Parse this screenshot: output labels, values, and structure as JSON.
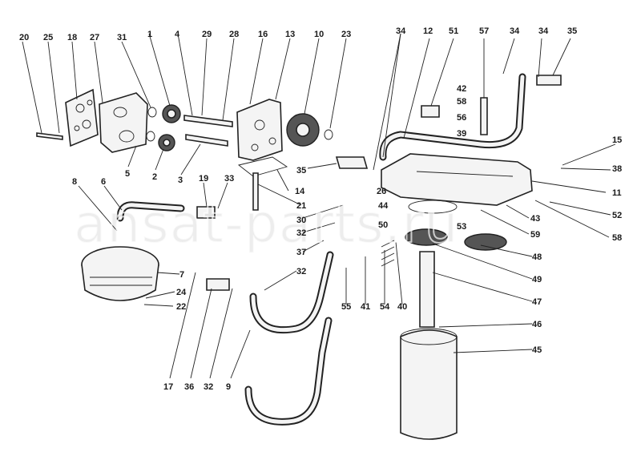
{
  "watermark": "ansat-parts.ru",
  "callouts": [
    {
      "n": "20"
    },
    {
      "n": "25"
    },
    {
      "n": "18"
    },
    {
      "n": "27"
    },
    {
      "n": "31"
    },
    {
      "n": "1"
    },
    {
      "n": "4"
    },
    {
      "n": "29"
    },
    {
      "n": "28"
    },
    {
      "n": "16"
    },
    {
      "n": "13"
    },
    {
      "n": "10"
    },
    {
      "n": "23"
    },
    {
      "n": "34"
    },
    {
      "n": "12"
    },
    {
      "n": "51"
    },
    {
      "n": "57"
    },
    {
      "n": "34"
    },
    {
      "n": "34"
    },
    {
      "n": "35"
    },
    {
      "n": "42"
    },
    {
      "n": "58"
    },
    {
      "n": "56"
    },
    {
      "n": "39"
    },
    {
      "n": "15"
    },
    {
      "n": "38"
    },
    {
      "n": "11"
    },
    {
      "n": "52"
    },
    {
      "n": "58"
    },
    {
      "n": "43"
    },
    {
      "n": "59"
    },
    {
      "n": "53"
    },
    {
      "n": "44"
    },
    {
      "n": "50"
    },
    {
      "n": "48"
    },
    {
      "n": "49"
    },
    {
      "n": "47"
    },
    {
      "n": "46"
    },
    {
      "n": "45"
    },
    {
      "n": "35"
    },
    {
      "n": "26"
    },
    {
      "n": "14"
    },
    {
      "n": "21"
    },
    {
      "n": "30"
    },
    {
      "n": "32"
    },
    {
      "n": "37"
    },
    {
      "n": "32"
    },
    {
      "n": "55"
    },
    {
      "n": "41"
    },
    {
      "n": "54"
    },
    {
      "n": "40"
    },
    {
      "n": "8"
    },
    {
      "n": "6"
    },
    {
      "n": "19"
    },
    {
      "n": "33"
    },
    {
      "n": "5"
    },
    {
      "n": "2"
    },
    {
      "n": "3"
    },
    {
      "n": "7"
    },
    {
      "n": "24"
    },
    {
      "n": "22"
    },
    {
      "n": "17"
    },
    {
      "n": "36"
    },
    {
      "n": "32"
    },
    {
      "n": "9"
    }
  ]
}
